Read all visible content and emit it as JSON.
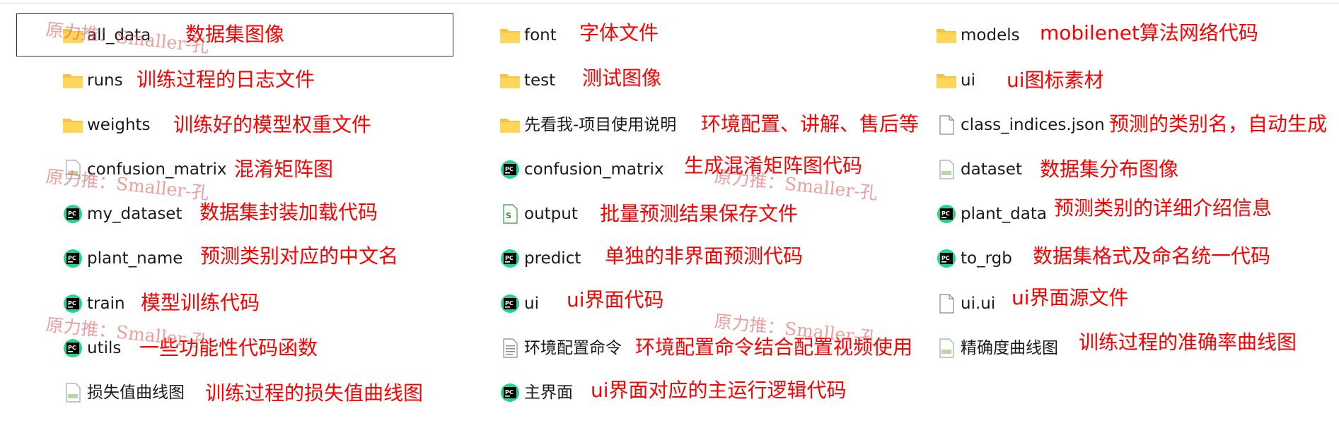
{
  "colors": {
    "annotation": "#ff0000",
    "folder": "#f6c343",
    "pycharm_green": "#21d789"
  },
  "files": [
    {
      "name": "all_data",
      "icon": "folder-icon",
      "note": "数据集图像"
    },
    {
      "name": "runs",
      "icon": "folder-icon",
      "note": "训练过程的日志文件"
    },
    {
      "name": "weights",
      "icon": "folder-icon",
      "note": "训练好的模型权重文件"
    },
    {
      "name": "confusion_matrix",
      "icon": "png-file-icon",
      "note": "混淆矩阵图"
    },
    {
      "name": "my_dataset",
      "icon": "pycharm-file-icon",
      "note": "数据集封装加载代码"
    },
    {
      "name": "plant_name",
      "icon": "pycharm-file-icon",
      "note": "预测类别对应的中文名"
    },
    {
      "name": "train",
      "icon": "pycharm-file-icon",
      "note": "模型训练代码"
    },
    {
      "name": "utils",
      "icon": "pycharm-file-icon",
      "note": "一些功能性代码函数"
    },
    {
      "name": "损失值曲线图",
      "icon": "png-file-icon",
      "note": "训练过程的损失值曲线图"
    },
    {
      "name": "font",
      "icon": "folder-icon",
      "note": "字体文件"
    },
    {
      "name": "test",
      "icon": "folder-icon",
      "note": "测试图像"
    },
    {
      "name": "先看我-项目使用说明",
      "icon": "folder-icon",
      "note": "环境配置、讲解、售后等"
    },
    {
      "name": "confusion_matrix",
      "icon": "pycharm-file-icon",
      "note": "生成混淆矩阵图代码"
    },
    {
      "name": "output",
      "icon": "csv-file-icon",
      "note": "批量预测结果保存文件"
    },
    {
      "name": "predict",
      "icon": "pycharm-file-icon",
      "note": "单独的非界面预测代码"
    },
    {
      "name": "ui",
      "icon": "pycharm-file-icon",
      "note": "ui界面代码"
    },
    {
      "name": "环境配置命令",
      "icon": "text-file-icon",
      "note": "环境配置命令结合配置视频使用"
    },
    {
      "name": "主界面",
      "icon": "pycharm-file-icon",
      "note": "ui界面对应的主运行逻辑代码"
    },
    {
      "name": "models",
      "icon": "folder-icon",
      "note": "mobilenet算法网络代码"
    },
    {
      "name": "ui",
      "icon": "folder-icon",
      "note": "ui图标素材"
    },
    {
      "name": "class_indices.json",
      "icon": "file-icon",
      "note": "预测的类别名，自动生成"
    },
    {
      "name": "dataset",
      "icon": "png-file-icon",
      "note": "数据集分布图像"
    },
    {
      "name": "plant_data",
      "icon": "pycharm-file-icon",
      "note": "预测类别的详细介绍信息"
    },
    {
      "name": "to_rgb",
      "icon": "pycharm-file-icon",
      "note": "数据集格式及命名统一代码"
    },
    {
      "name": "ui.ui",
      "icon": "file-icon",
      "note": "ui界面源文件"
    },
    {
      "name": "精确度曲线图",
      "icon": "png-file-icon",
      "note": "训练过程的准确率曲线图"
    }
  ],
  "watermarks": [
    "原力推：Smaller-孔",
    "原力推：Smaller-孔",
    "原力推：Smaller-孔",
    "原力推：Smaller-孔",
    "原力推：Smaller-孔"
  ]
}
